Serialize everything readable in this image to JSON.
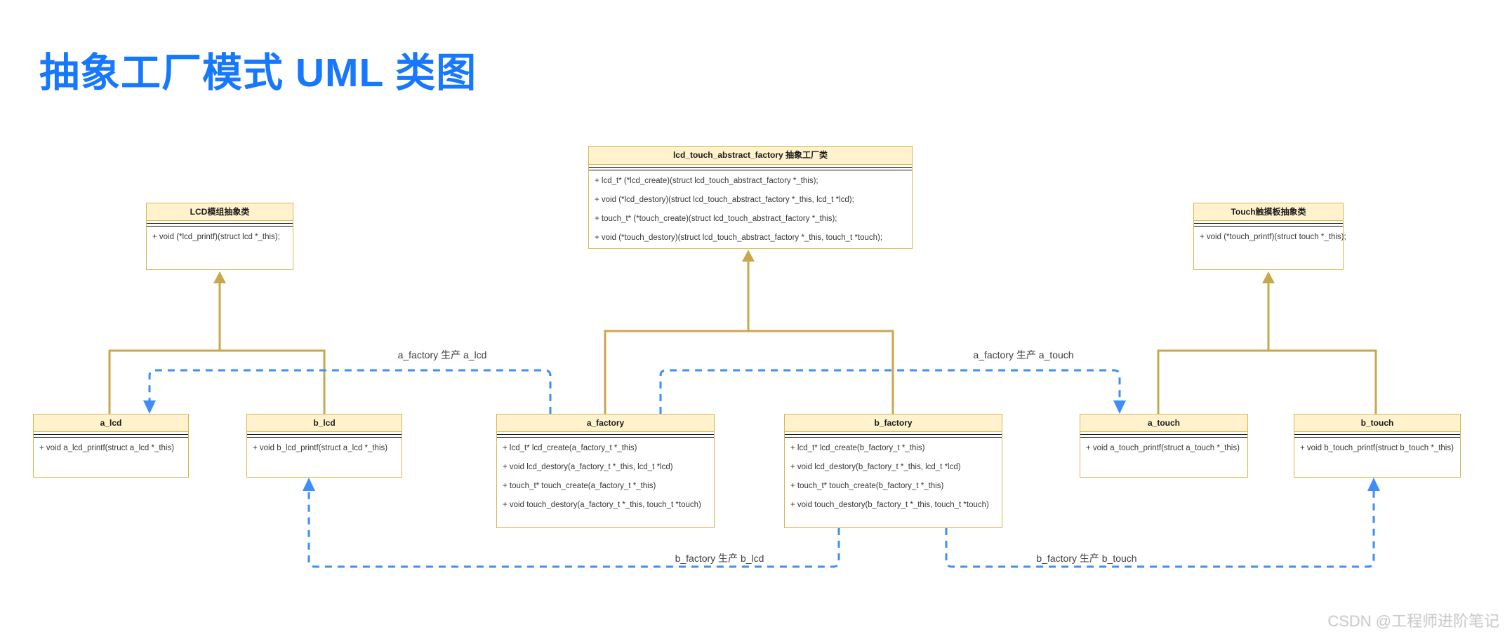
{
  "page": {
    "title": "抽象工厂模式 UML 类图",
    "watermark": "CSDN @工程师进阶笔记"
  },
  "colors": {
    "title_blue": "#1677ff",
    "inheritance_gold": "#c9a84c",
    "dependency_blue": "#3e8ef7",
    "class_header_fill": "#fff2cc",
    "class_border": "#d6b656"
  },
  "classes": [
    {
      "id": "lcd_abstract",
      "title": "LCD模组抽象类",
      "methods": [
        "+ void (*lcd_printf)(struct lcd *_this);"
      ]
    },
    {
      "id": "factory_abstract",
      "title": "lcd_touch_abstract_factory 抽象工厂类",
      "methods": [
        "+ lcd_t* (*lcd_create)(struct lcd_touch_abstract_factory *_this);",
        "+ void (*lcd_destory)(struct lcd_touch_abstract_factory *_this, lcd_t *lcd);",
        "+ touch_t* (*touch_create)(struct lcd_touch_abstract_factory *_this);",
        "+ void (*touch_destory)(struct lcd_touch_abstract_factory *_this, touch_t *touch);"
      ]
    },
    {
      "id": "touch_abstract",
      "title": "Touch触摸板抽象类",
      "methods": [
        "+ void (*touch_printf)(struct touch *_this);"
      ]
    },
    {
      "id": "a_lcd",
      "title": "a_lcd",
      "methods": [
        "+ void a_lcd_printf(struct a_lcd *_this)"
      ]
    },
    {
      "id": "b_lcd",
      "title": "b_lcd",
      "methods": [
        "+ void b_lcd_printf(struct a_lcd *_this)"
      ]
    },
    {
      "id": "a_factory",
      "title": "a_factory",
      "methods": [
        "+ lcd_t* lcd_create(a_factory_t *_this)",
        "+ void lcd_destory(a_factory_t *_this, lcd_t *lcd)",
        "+ touch_t* touch_create(a_factory_t *_this)",
        "+ void touch_destory(a_factory_t *_this, touch_t *touch)"
      ]
    },
    {
      "id": "b_factory",
      "title": "b_factory",
      "methods": [
        "+ lcd_t* lcd_create(b_factory_t *_this)",
        "+ void lcd_destory(b_factory_t *_this, lcd_t *lcd)",
        "+ touch_t* touch_create(b_factory_t *_this)",
        "+ void touch_destory(b_factory_t *_this, touch_t *touch)"
      ]
    },
    {
      "id": "a_touch",
      "title": "a_touch",
      "methods": [
        "+ void a_touch_printf(struct a_touch *_this)"
      ]
    },
    {
      "id": "b_touch",
      "title": "b_touch",
      "methods": [
        "+ void b_touch_printf(struct b_touch *_this)"
      ]
    }
  ],
  "relations": {
    "a_factory_a_lcd": "a_factory 生产 a_lcd",
    "a_factory_a_touch": "a_factory 生产 a_touch",
    "b_factory_b_lcd": "b_factory 生产 b_lcd",
    "b_factory_b_touch": "b_factory 生产 b_touch"
  }
}
